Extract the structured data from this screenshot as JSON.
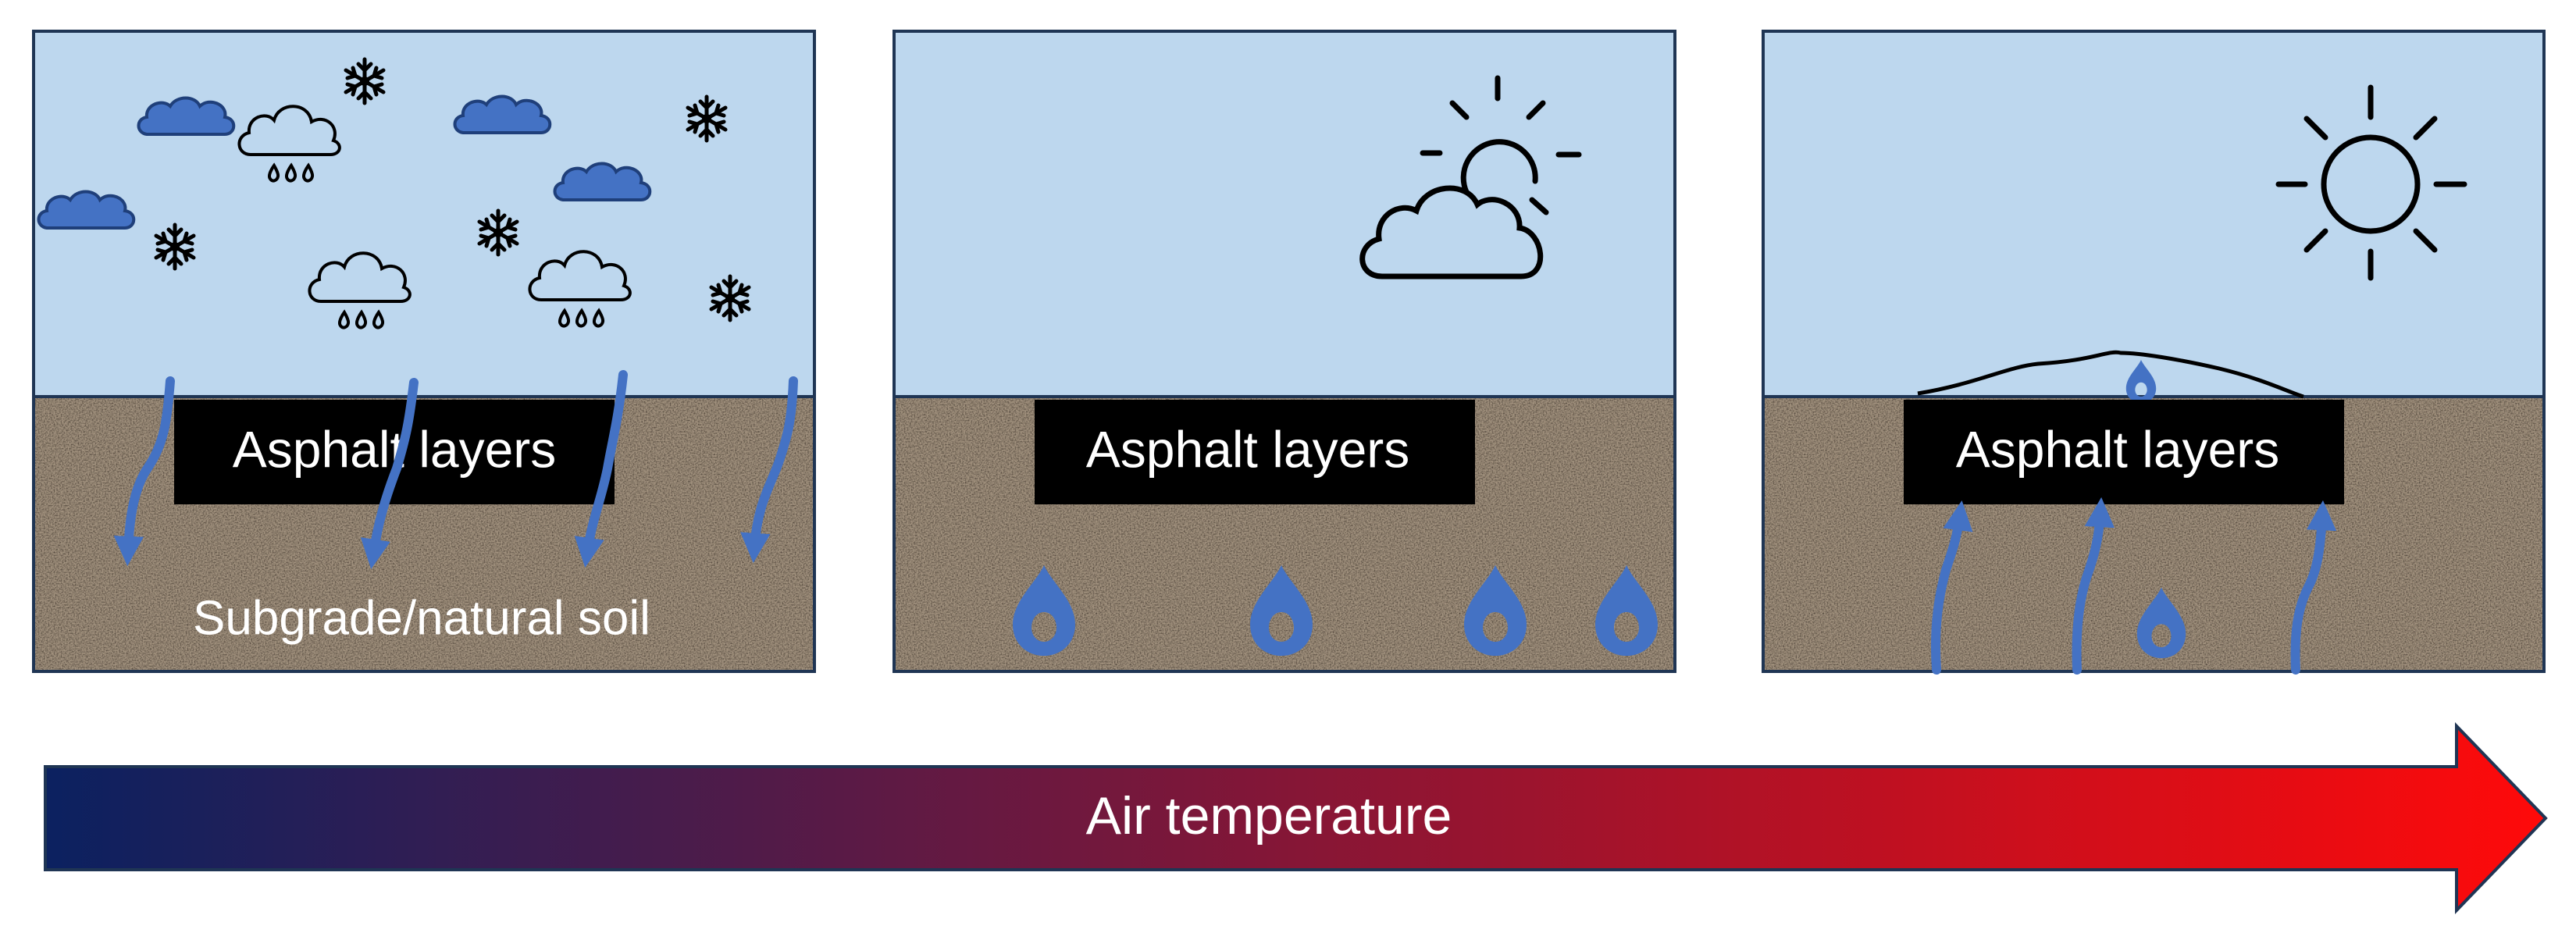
{
  "panels": [
    {
      "label": "Asphalt layers",
      "extra_label": "Subgrade/natural soil",
      "weather": "rain-snow"
    },
    {
      "label": "Asphalt layers",
      "extra_label": "",
      "weather": "partly-sunny"
    },
    {
      "label": "Asphalt layers",
      "extra_label": "",
      "weather": "sunny"
    }
  ],
  "arrow": {
    "label": "Air temperature",
    "gradient_start": "#0b2160",
    "gradient_mid": "#5c1a45",
    "gradient_end": "#ff0a0a"
  },
  "colors": {
    "sky": "#bdd7ee",
    "border": "#1f3554",
    "water": "#4472c4",
    "cloud_fill": "#4472c4",
    "cloud_stroke": "#1f3f7a",
    "soil_base": "#a3937f",
    "asphalt": "#000000"
  },
  "icons": [
    "snowflake-icon",
    "rain-cloud-icon",
    "cloud-icon",
    "sun-icon",
    "sun-behind-cloud-icon",
    "water-drop-icon"
  ]
}
